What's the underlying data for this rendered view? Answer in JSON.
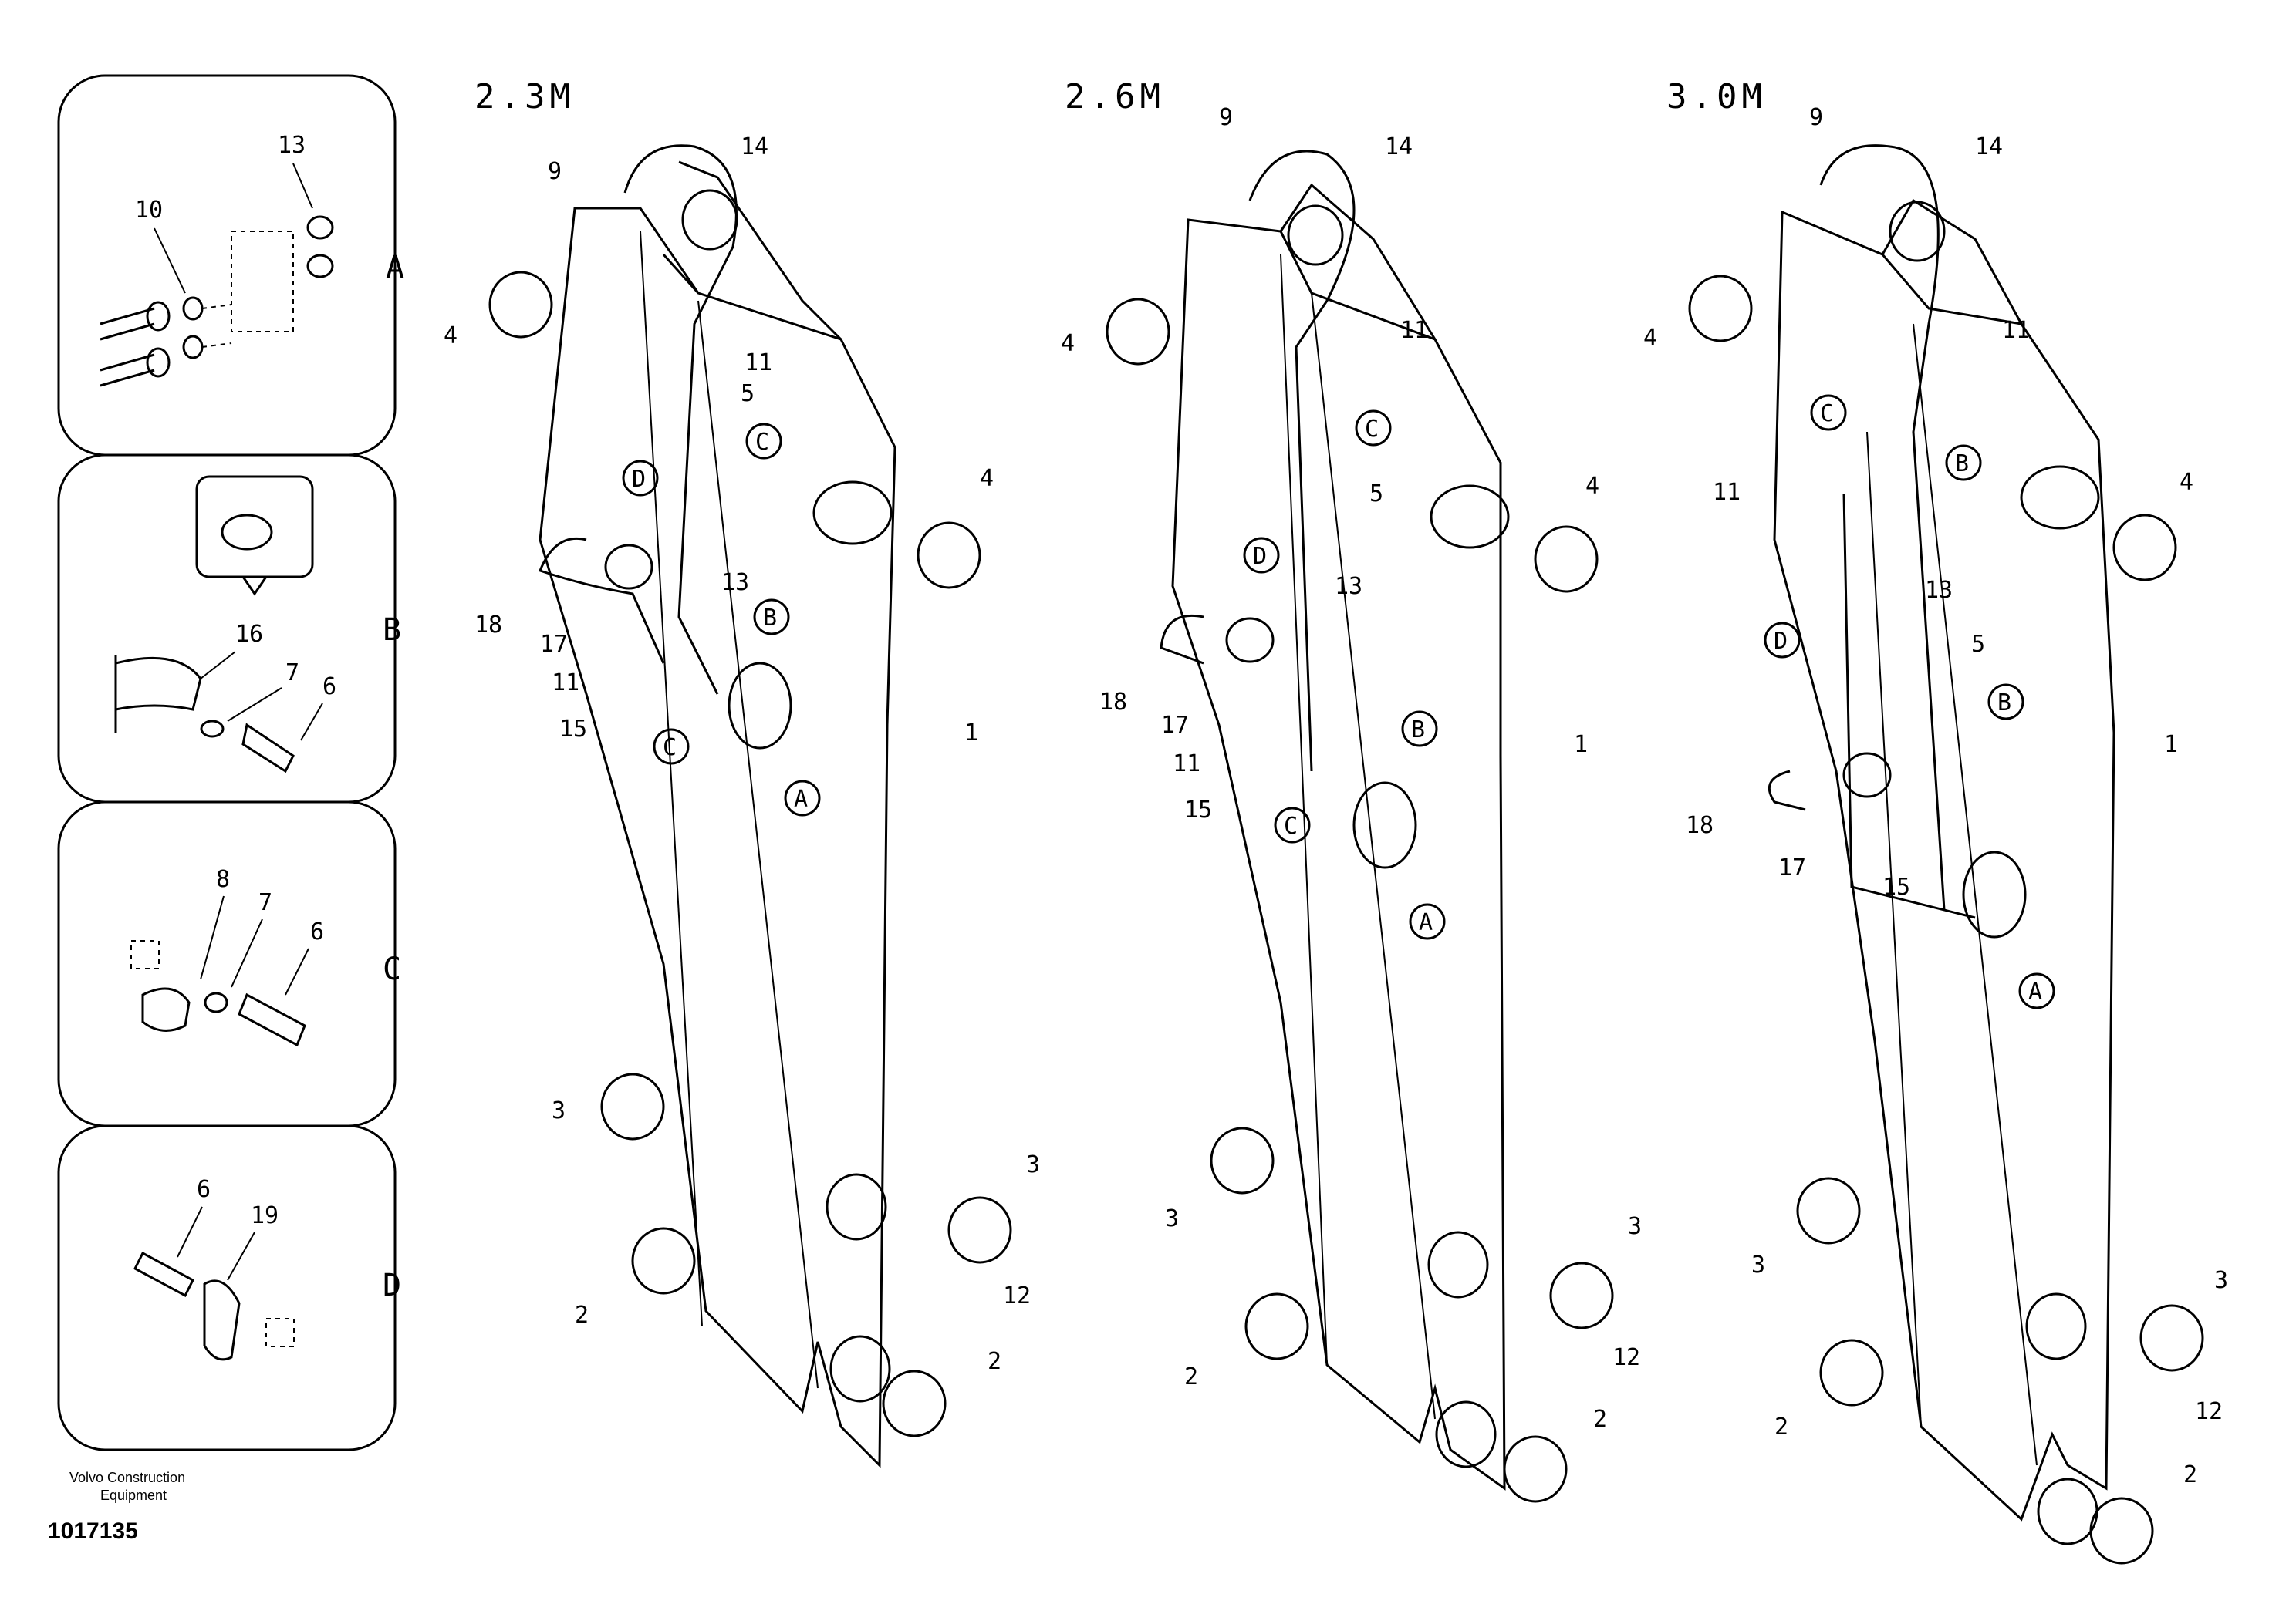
{
  "variants": [
    {
      "title": "2.3M"
    },
    {
      "title": "2.6M"
    },
    {
      "title": "3.0M"
    }
  ],
  "detail_panels": [
    {
      "letter": "A",
      "part_numbers": [
        "13",
        "10"
      ]
    },
    {
      "letter": "B",
      "part_numbers": [
        "16",
        "7",
        "6"
      ]
    },
    {
      "letter": "C",
      "part_numbers": [
        "8",
        "7",
        "6"
      ]
    },
    {
      "letter": "D",
      "part_numbers": [
        "6",
        "19"
      ]
    }
  ],
  "callouts": {
    "a": "A",
    "b": "B",
    "c": "C",
    "d": "D"
  },
  "part_numbers": {
    "p1": "1",
    "p2": "2",
    "p3": "3",
    "p4": "4",
    "p5": "5",
    "p9": "9",
    "p11": "11",
    "p12": "12",
    "p13": "13",
    "p14": "14",
    "p15": "15",
    "p17": "17",
    "p18": "18"
  },
  "footer": {
    "brand_line1": "Volvo Construction",
    "brand_line2": "Equipment",
    "drawing_number": "1017135"
  }
}
